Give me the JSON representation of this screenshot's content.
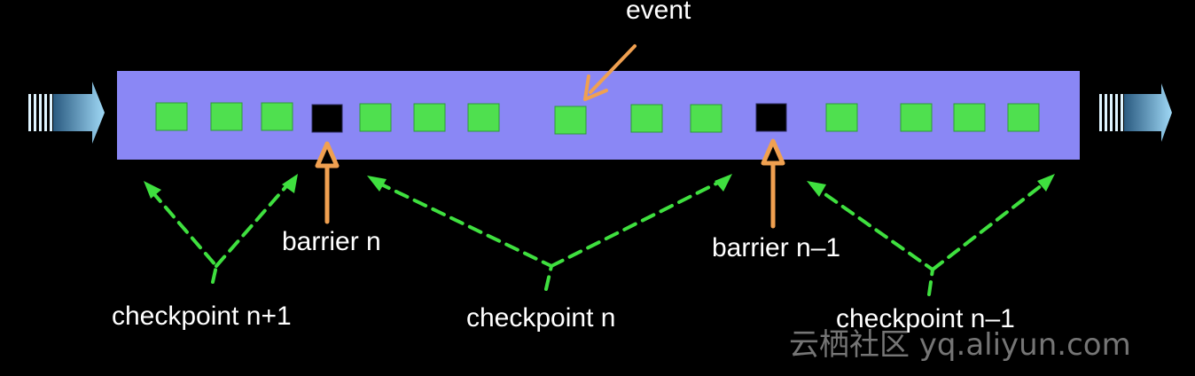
{
  "labels": {
    "event": "event",
    "barrier_n": "barrier n",
    "barrier_n_minus_1": "barrier n–1",
    "checkpoint_n_plus_1": "checkpoint n+1",
    "checkpoint_n": "checkpoint n",
    "checkpoint_n_minus_1": "checkpoint n–1"
  },
  "watermark": "云栖社区 yq.aliyun.com",
  "colors": {
    "background": "#000000",
    "stream": "#8a87f5",
    "event": "#4fe04f",
    "barrier": "#000000",
    "orange_arrow": "#f0a050",
    "green_arrow": "#3fe03f",
    "flow_arrow": "#8ad0f0"
  },
  "stream": {
    "sequence": [
      "event",
      "event",
      "event",
      "barrier",
      "event",
      "event",
      "event",
      "event",
      "event",
      "event",
      "barrier",
      "event",
      "event",
      "event",
      "event"
    ]
  }
}
